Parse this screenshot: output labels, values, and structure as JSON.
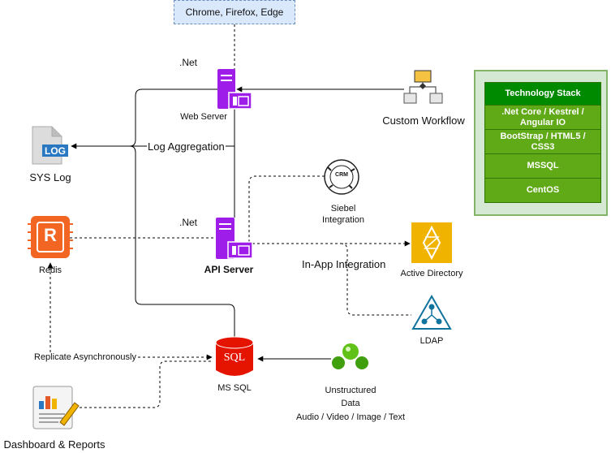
{
  "browsers": {
    "label": "Chrome, Firefox, Edge"
  },
  "web_server": {
    "framework_label": ".Net",
    "label": "Web Server"
  },
  "api_server": {
    "framework_label": ".Net",
    "label": "API Server"
  },
  "custom_workflow": {
    "label": "Custom Workflow"
  },
  "sys_log": {
    "label": "SYS Log",
    "icon_text": "LOG"
  },
  "log_aggregation": {
    "label": "Log Aggregation"
  },
  "siebel": {
    "label_line1": "Siebel",
    "label_line2": "Integration",
    "icon_text": "CRM"
  },
  "redis": {
    "label": "Redis",
    "icon_text": "R"
  },
  "active_directory": {
    "label": "Active Directory"
  },
  "in_app_integration": {
    "label": "In-App Integration"
  },
  "ldap": {
    "label": "LDAP"
  },
  "ms_sql": {
    "label": "MS SQL",
    "icon_text": "SQL"
  },
  "replicate": {
    "label": "Replicate Asynchronously"
  },
  "unstructured": {
    "line1": "Unstructured",
    "line2": "Data",
    "line3": "Audio / Video / Image / Text"
  },
  "dashboard": {
    "label": "Dashboard & Reports"
  },
  "tech_stack": {
    "title": "Technology Stack",
    "items": [
      {
        "line1": ".Net Core / Kestrel /",
        "line2": "Angular IO"
      },
      {
        "line1": "BootStrap / HTML5 /",
        "line2": "CSS3"
      },
      {
        "line1": "MSSQL",
        "line2": ""
      },
      {
        "line1": "CentOS",
        "line2": ""
      }
    ]
  },
  "colors": {
    "server_purple": "#9f1de8",
    "sql_red": "#e51400",
    "redis_orange": "#f26522",
    "ad_yellow": "#f0b400",
    "tech_green": "#60a917",
    "tech_green_dark": "#008a00"
  },
  "icons": {
    "web_server": "server-icon",
    "api_server": "server-icon",
    "custom_workflow": "workflow-icon",
    "sys_log": "log-file-icon",
    "siebel": "crm-cycle-icon",
    "redis": "redis-icon",
    "active_directory": "active-directory-icon",
    "ldap": "ldap-icon",
    "ms_sql": "database-icon",
    "unstructured": "data-nodes-icon",
    "dashboard": "report-icon"
  }
}
